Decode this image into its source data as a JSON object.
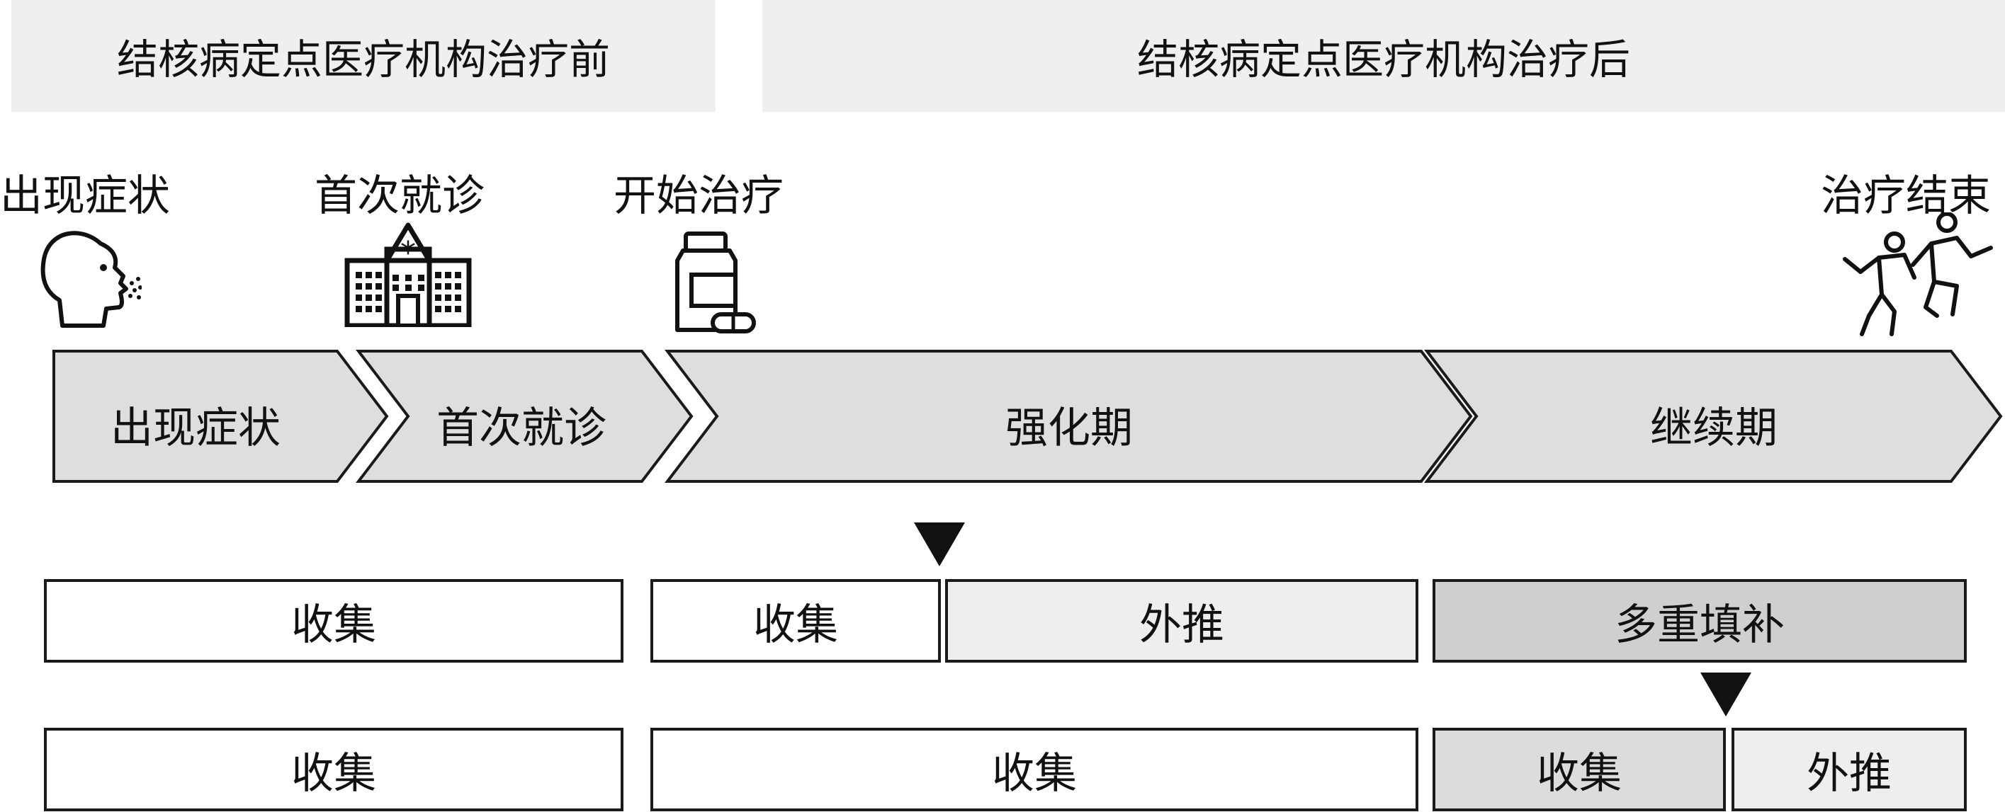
{
  "headers": {
    "before": "结核病定点医疗机构治疗前",
    "after": "结核病定点医疗机构治疗后"
  },
  "milestones": [
    {
      "label": "出现症状",
      "icon": "person-coughing-icon"
    },
    {
      "label": "首次就诊",
      "icon": "hospital-icon"
    },
    {
      "label": "开始治疗",
      "icon": "medicine-bottle-icon"
    },
    {
      "label": "治疗结束",
      "icon": "people-celebrating-icon"
    }
  ],
  "phases": [
    "出现症状",
    "首次就诊",
    "强化期",
    "继续期"
  ],
  "row1": {
    "collect_a": "收集",
    "collect_b": "收集",
    "extrapolate": "外推",
    "imputation": "多重填补"
  },
  "row2": {
    "collect_a": "收集",
    "collect_b": "收集",
    "collect_c": "收集",
    "extrapolate": "外推"
  },
  "colors": {
    "header_bg": "#efefef",
    "arrow_fill": "#dedede",
    "extrapolate_fill": "#eeeeee",
    "imputation_fill": "#cfcfcf",
    "collect_c_fill": "#dcdcdc"
  }
}
